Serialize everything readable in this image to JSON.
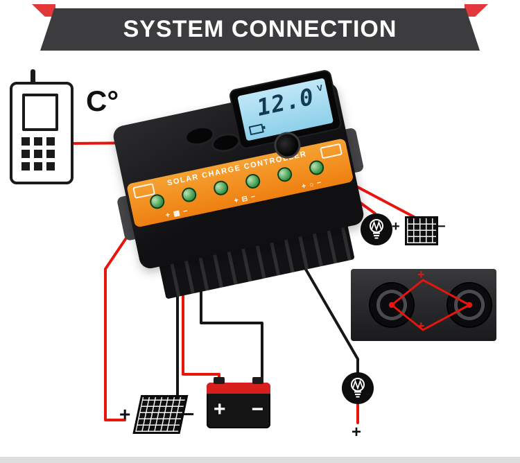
{
  "header": {
    "title": "SYSTEM CONNECTION",
    "banner_color": "#3c3c3e",
    "accent_color": "#e2373b"
  },
  "diagram": {
    "temperature_label": "C°",
    "controller": {
      "name": "SOLAR CHARGE CONTROLLER",
      "lcd_value": "12.0",
      "lcd_unit": "V",
      "face_color": "#f0912a",
      "lcd_color": "#a6d9f0",
      "terminal_marks": [
        {
          "plus": "+",
          "icon": "solar-panel",
          "icon_glyph": "▦",
          "minus": "−"
        },
        {
          "plus": "+",
          "icon": "battery",
          "icon_glyph": "⊟",
          "minus": "−"
        },
        {
          "plus": "+",
          "icon": "load",
          "icon_glyph": "○",
          "minus": "−"
        }
      ]
    },
    "solar_panel": {
      "plus": "+",
      "minus": "−"
    },
    "battery": {
      "plus": "+",
      "minus": "−"
    },
    "bulb_bottom": {
      "plus": "+"
    },
    "aux_panel": {
      "plus": "+",
      "minus": "−"
    },
    "speaker_box": {
      "plus_top": "+",
      "plus_bottom": "+"
    },
    "wire_colors": {
      "red": "#e8150d",
      "black": "#161616"
    }
  }
}
